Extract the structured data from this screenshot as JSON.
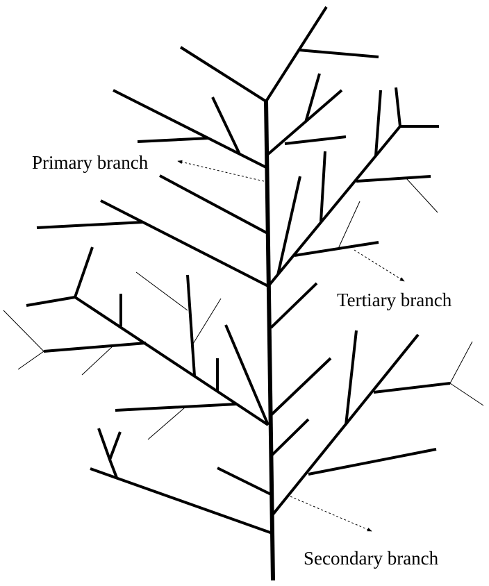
{
  "diagram": {
    "labels": {
      "primary": "Primary branch",
      "tertiary": "Tertiary branch",
      "secondary": "Secondary branch"
    },
    "colors": {
      "ink": "#000000",
      "background": "#ffffff"
    }
  }
}
